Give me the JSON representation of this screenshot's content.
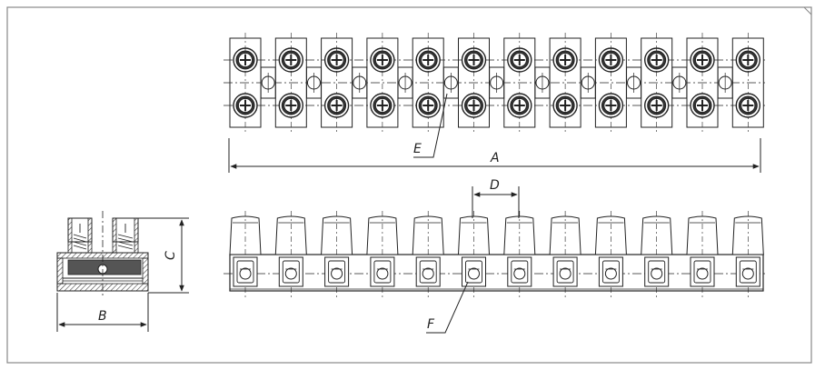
{
  "drawing": {
    "labels": {
      "a": "A",
      "b": "B",
      "c": "C",
      "d": "D",
      "e": "E",
      "f": "F"
    },
    "terminal_count": 12,
    "colors": {
      "line": "#222222",
      "hatch": "#555555",
      "frame": "#888888",
      "background": "#ffffff"
    }
  }
}
